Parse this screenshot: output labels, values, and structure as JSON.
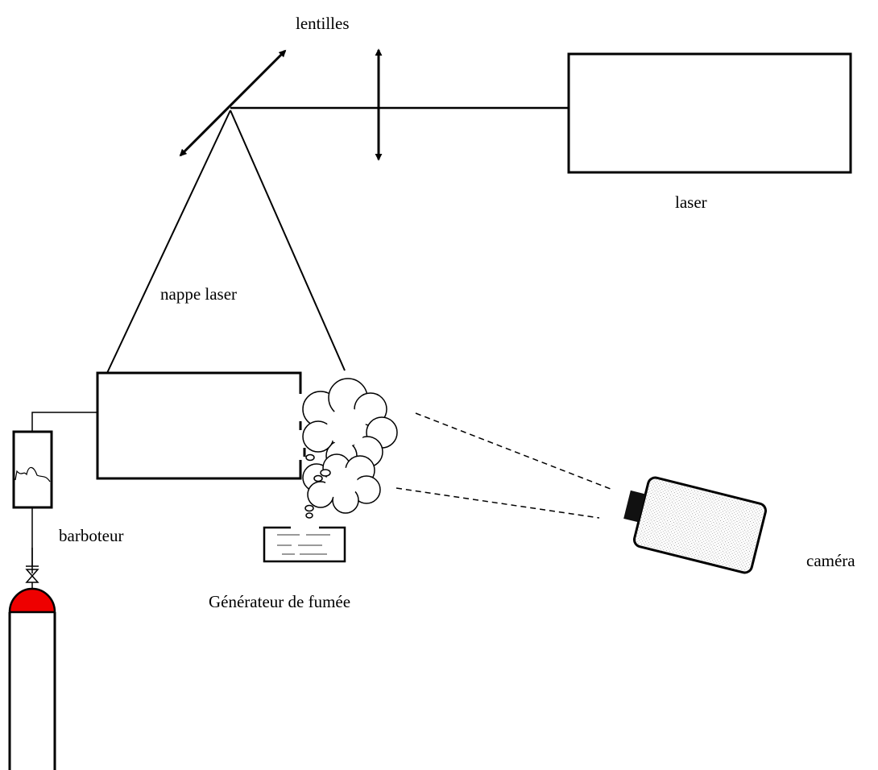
{
  "diagram": {
    "labels": {
      "lenses": "lentilles",
      "laser": "laser",
      "laser_sheet": "nappe laser",
      "bubbler": "barboteur",
      "smoke_generator": "Générateur de fumée",
      "camera": "caméra"
    },
    "colors": {
      "ink": "#000000",
      "gas_cylinder_cap": "#ee0000",
      "camera_body_texture": "#cfcfcf"
    },
    "icons": {
      "gas_valve": "valve-icon",
      "gas_cylinder": "gas-cylinder-icon",
      "smoke_puffs": "smoke-cloud-icon",
      "camera_lens": "camera-lens-icon"
    }
  }
}
